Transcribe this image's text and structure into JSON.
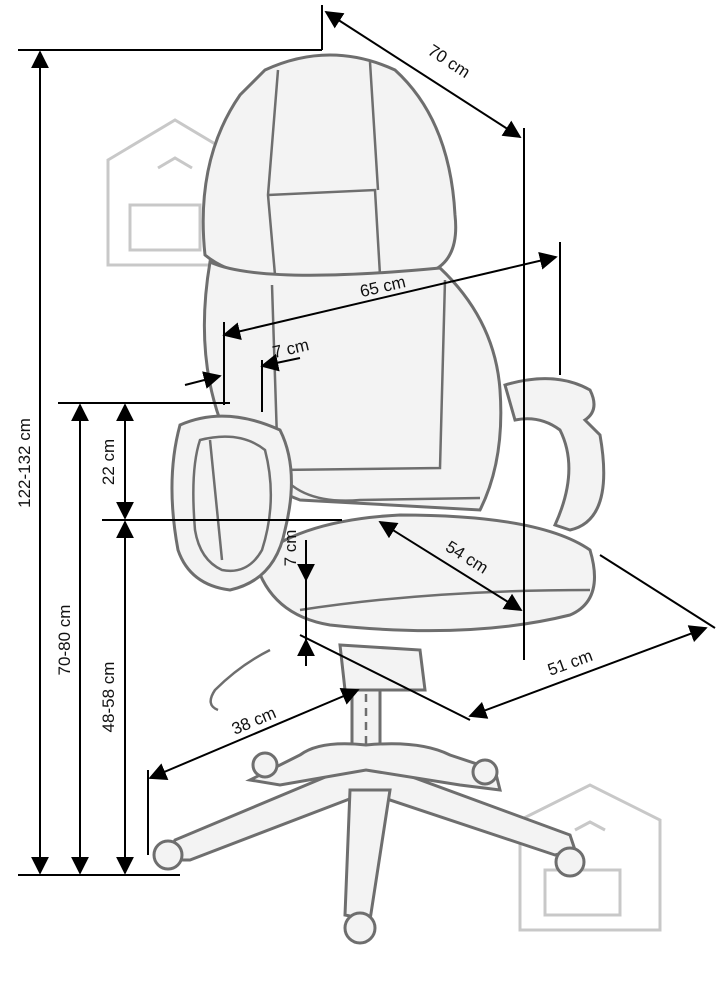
{
  "dimensions": {
    "overall_height": "122-132 cm",
    "armrest_height": "70-80 cm",
    "seat_height": "48-58 cm",
    "armrest_above_seat": "22 cm",
    "total_depth": "70 cm",
    "backrest_width": "65 cm",
    "armrest_width": "7 cm",
    "seat_depth": "54 cm",
    "seat_thickness": "7 cm",
    "seat_width": "51 cm",
    "base_radius": "38 cm"
  }
}
